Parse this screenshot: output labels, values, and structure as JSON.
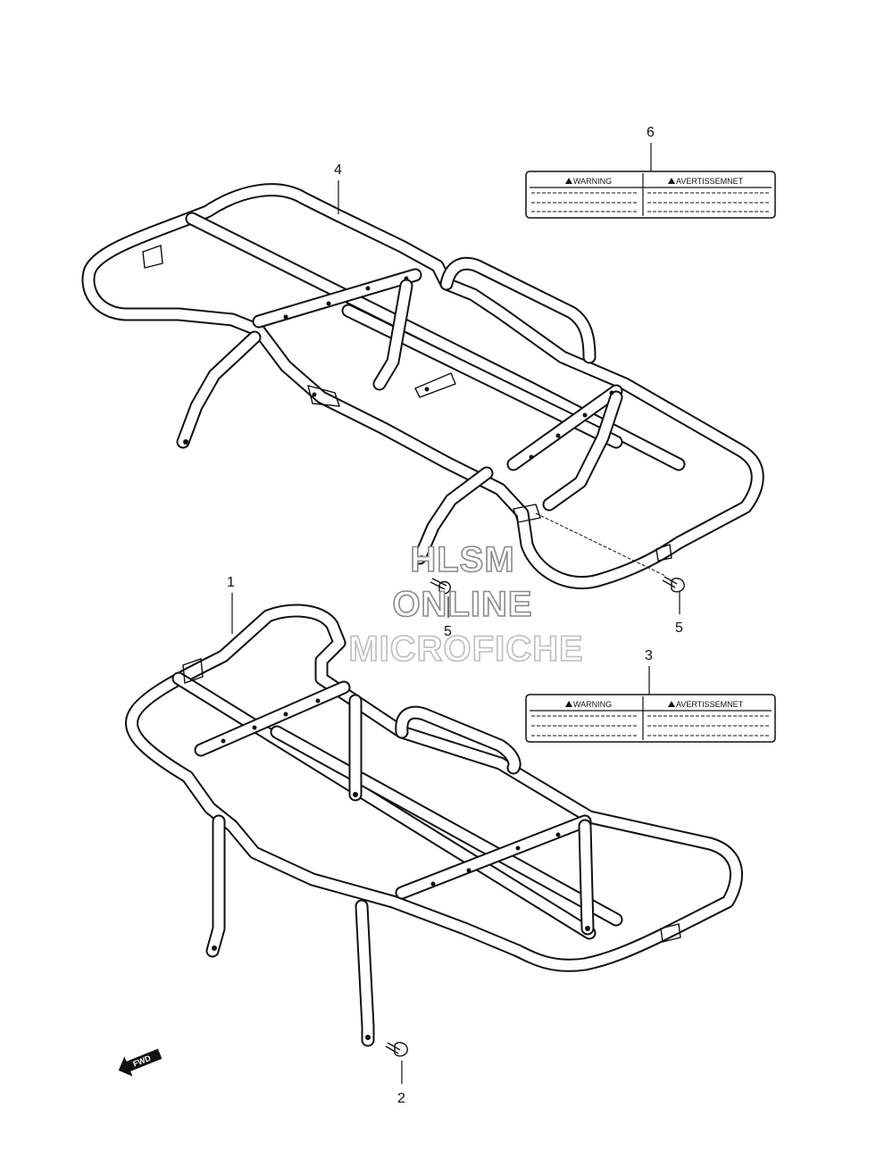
{
  "callouts": {
    "part1": "1",
    "part2": "2",
    "part3": "3",
    "part4": "4",
    "part5_left": "5",
    "part5_right": "5",
    "part6": "6"
  },
  "label_top": {
    "warning": "WARNING",
    "avertissement": "AVERTISSEMNET"
  },
  "label_bottom": {
    "warning": "WARNING",
    "avertissement": "AVERTISSEMNET"
  },
  "watermark": {
    "line1": "HLSM",
    "line2": "ONLINE",
    "line3": "MICROFICHE"
  },
  "fwd_arrow": "FWD",
  "colors": {
    "line": "#111111",
    "watermark_outline": "#8a8a8a"
  }
}
